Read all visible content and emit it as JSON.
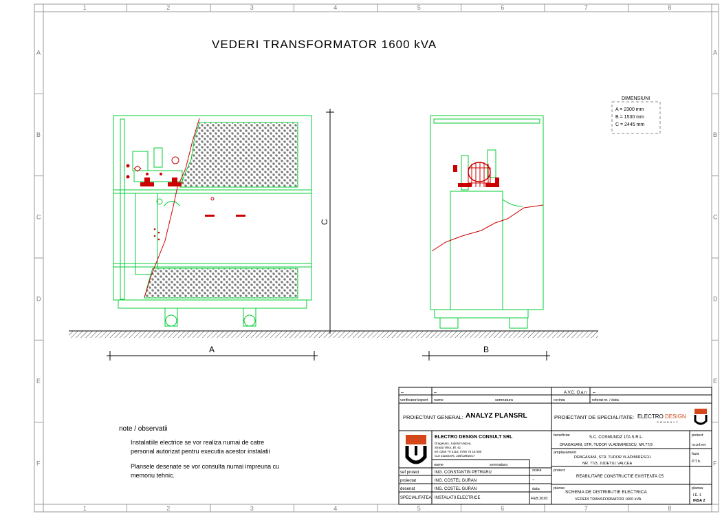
{
  "drawing": {
    "title": "VEDERI TRANSFORMATOR 1600 kVA",
    "grid": {
      "columns": [
        "1",
        "2",
        "3",
        "4",
        "5",
        "6",
        "7",
        "8"
      ],
      "rows": [
        "A",
        "B",
        "C",
        "D",
        "E",
        "F"
      ]
    },
    "dimensions_box": {
      "heading": "DIMENSIUNI",
      "lines": [
        "A = 2300 mm",
        "B = 1530 mm",
        "C = 2445 mm"
      ]
    },
    "dim_labels": {
      "width_front": "A",
      "width_side": "B",
      "height": "C"
    },
    "notes": {
      "heading": "note / observatii",
      "para1": [
        "Instalatiile electrice se vor realiza numai de catre",
        "personal autorizat pentru executia acestor instalatii"
      ],
      "para2": [
        "Plansele desenate se vor consulta numai impreuna cu",
        "memoriu tehnic."
      ]
    }
  },
  "title_block": {
    "top_left": "–",
    "top_mid": "A.V.C. O.a.n",
    "top_right": "–",
    "label_verificator": "verificator/expert",
    "label_nume": "nume",
    "label_semnatura": "semnatura",
    "label_cerinta": "cerinta",
    "label_referat": "referat nr. / data",
    "proiectant_general_label": "PROIECTANT GENERAL:",
    "proiectant_general_name": "ANALYZ PLANSRL",
    "proiectant_specialitate_label": "PROIECTANT DE SPECIALITATE:",
    "logo_text_main": "ELECTRO",
    "logo_text_accent": "DESIGN",
    "logo_text_sub": "CONSULT",
    "company_name": "ELECTRO DESIGN CONSULT SRL",
    "company_info": [
      "Dragasani, Judetul Valcea,",
      "Strada Viilor, Bl. 41",
      "tel. 0250 70 3118, 0756 76 18 080",
      "CUI 31182376, J38/139/2017"
    ],
    "label_nume2": "nume",
    "label_semnatura2": "semnatura",
    "label_scara": "scara",
    "label_data": "data",
    "rows": [
      {
        "label": "sef proiect",
        "name": "ING. CONSTANTIN PETRARU"
      },
      {
        "label": "proiectat",
        "name": "ING. COSTEL GURAN"
      },
      {
        "label": "desenat",
        "name": "ING. COSTEL GURAN"
      },
      {
        "label": "SPECIALITATEA",
        "name": "INSTALATII ELECTRICE"
      }
    ],
    "scara_value": "–",
    "data_value": "FEB.2020",
    "beneficiar_label": "beneficiar",
    "beneficiar_value": [
      "S.C. COSMUNDZ 1TA S.R.L.",
      "DRAGASANI, STR. TUDOR VLADIMIRESCU, NR.77/3"
    ],
    "amplasament_label": "amplasament",
    "amplasament_value": [
      "DRAGASANI, STR. TUDOR VLADIMIRESCU",
      "NR. 77/3, JUDETUL VALCEA"
    ],
    "proiect_label": "proiect",
    "proiect_value": "REABILITARE CONSTRUCTIE EXISTENTA C5",
    "planse_label": "planse",
    "planse_value": [
      "SCHEMA DE DISTRIBUTIE ELECTRICA",
      "VEDERI TRANSFORMATOR 1600 kVA"
    ],
    "proiect_nr_label": "proiect",
    "proiect_nr_value": "nr.cnf.rev",
    "faza_label": "faza",
    "faza_value": "P.T.h.",
    "plansa_label": "plansa",
    "plansa_value": [
      "I.E.-1",
      "INSA 2"
    ]
  }
}
